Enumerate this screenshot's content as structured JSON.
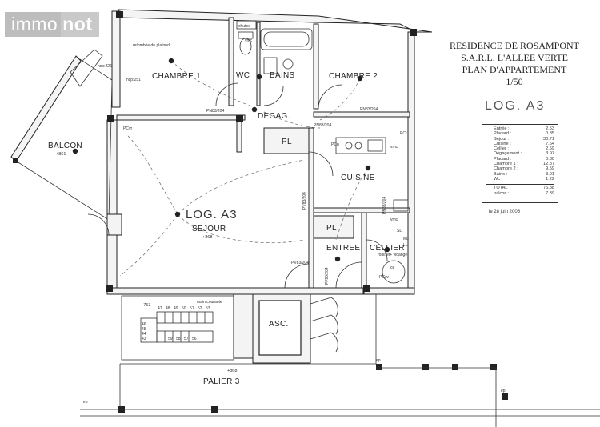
{
  "logo": {
    "part1": "immo",
    "part2": "not"
  },
  "title": {
    "line1": "RESIDENCE DE ROSAMPONT",
    "line2": "S.A.R.L. L'ALLEE VERTE",
    "line3": "PLAN D'APPARTEMENT",
    "line4": "1/50"
  },
  "log_heading": "LOG.  A3",
  "surfaces": [
    {
      "label": "Entrée :",
      "value": "2.53"
    },
    {
      "label": "Placard :",
      "value": "0.85"
    },
    {
      "label": "Séjour :",
      "value": "30.71"
    },
    {
      "label": "Cuisine :",
      "value": "7.64"
    },
    {
      "label": "Cellier :",
      "value": "2.59"
    },
    {
      "label": "Dégagement :",
      "value": "3.97"
    },
    {
      "label": "Placard :",
      "value": "0.80"
    },
    {
      "label": "Chambre 1 :",
      "value": "12.87"
    },
    {
      "label": "Chambre 2 :",
      "value": "9.59"
    },
    {
      "label": "Bains :",
      "value": "3.91"
    },
    {
      "label": "Wc :",
      "value": "1.22"
    }
  ],
  "totals": [
    {
      "label": "TOTAL",
      "value": "76.88"
    },
    {
      "label": "balcon :",
      "value": "7.39"
    }
  ],
  "date": "le 28 juin 2006",
  "rooms": {
    "chambre1": "CHAMBRE 1",
    "wc": "WC",
    "bains": "BAINS",
    "chambre2": "CHAMBRE 2",
    "degag": "DEGAG.",
    "balcon": "BALCON",
    "balcon_level": "+861",
    "pl1": "PL",
    "pl2": "PL",
    "cuisine": "CUISINE",
    "log": "LOG. A3",
    "sejour": "SEJOUR",
    "sejour_level": "+868",
    "entree": "ENTREE",
    "cellier": "CELLIER",
    "asc": "ASC.",
    "palier": "PALIER 3",
    "palier_level": "+868",
    "stair_level": "+753"
  },
  "notes": {
    "retombee": "retombée de plafond",
    "hsp226": "hsp:226",
    "hsp251": "hsp:251",
    "chutes": "chutes",
    "pn1": "PN83/204",
    "pn2": "PN83/204",
    "pn3": "PN83/204",
    "pn4": "PN83/204",
    "pv1": "PV83/204",
    "pv2": "PV83/204",
    "pf": "PF90/204",
    "pcvr": "PCvr",
    "pcp": "PCp",
    "pcr": "PCr",
    "vmc1": "vmc",
    "vmc2": "vmc",
    "vmc3": "vmc",
    "ml": "ML",
    "ll": "LL",
    "sl": "SL",
    "robinet": "robinet+ vidange",
    "ce": "ce",
    "pccv": "PCcv",
    "main_courante": "main courante",
    "ep1": "ep",
    "ep2": "ep",
    "ep3": "ep"
  },
  "stairs": {
    "upper": [
      "47",
      "48",
      "49",
      "50",
      "51",
      "52",
      "53"
    ],
    "left": [
      "46",
      "45",
      "44",
      "43"
    ],
    "lower": [
      "59",
      "58",
      "57",
      "56"
    ]
  }
}
